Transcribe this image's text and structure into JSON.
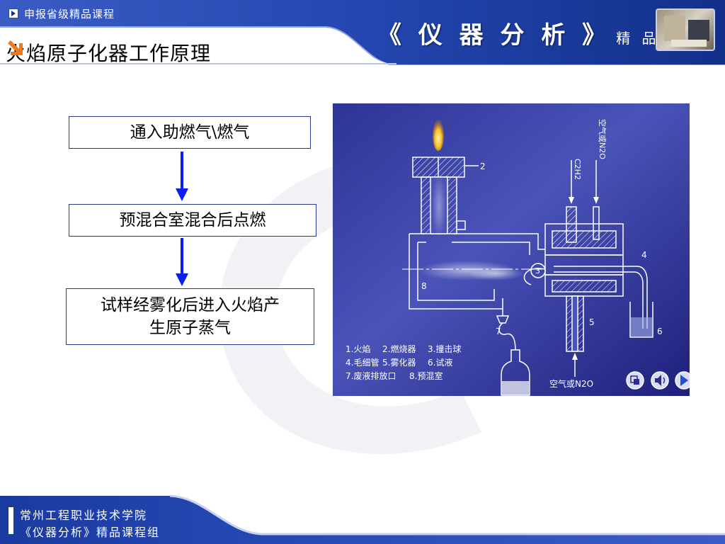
{
  "header": {
    "top_tag": "申报省级精品课程",
    "slide_title": "火焰原子化器工作原理",
    "course_name": "《 仪 器 分 析 》",
    "course_suffix": "精 品 课 程"
  },
  "flow": {
    "step1": "通入助燃气\\燃气",
    "step2": "预混合室混合后点燃",
    "step3_line1": "试样经雾化后进入火焰产",
    "step3_line2": "生原子蒸气"
  },
  "diagram": {
    "part_numbers": [
      "2",
      "3",
      "4",
      "5",
      "6",
      "7",
      "8"
    ],
    "gas_label_1": "C2H2",
    "gas_label_2": "空气或N2O",
    "bottom_gas_label": "空气或N2O",
    "legend": [
      "1.火焰",
      "2.燃烧器",
      "3.撞击球",
      "4.毛细管",
      "5.雾化器",
      "6.试液",
      "7.废液排放口",
      "8.预混室"
    ],
    "controls": [
      "menu",
      "sound",
      "next"
    ]
  },
  "footer": {
    "line1": "常州工程职业技术学院",
    "line2": "《仪器分析》精品课程组"
  },
  "colors": {
    "header_blue": "#1f43a6",
    "diagram_bg": "#2a2d8e",
    "flow_arrow": "#0a1ef0",
    "title_arrow": "#f07818"
  }
}
